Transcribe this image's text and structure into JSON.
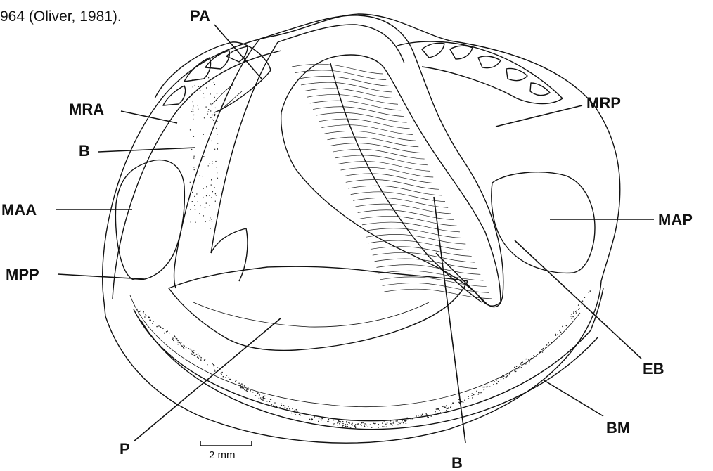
{
  "caption": "964 (Oliver, 1981).",
  "labels": {
    "PA": "PA",
    "MRA": "MRA",
    "B_left": "B",
    "MAA": "MAA",
    "MPP": "MPP",
    "MRP": "MRP",
    "MAP": "MAP",
    "EB": "EB",
    "BM": "BM",
    "P": "P",
    "B_bottom": "B"
  },
  "scale_bar": {
    "label": "2 mm"
  }
}
